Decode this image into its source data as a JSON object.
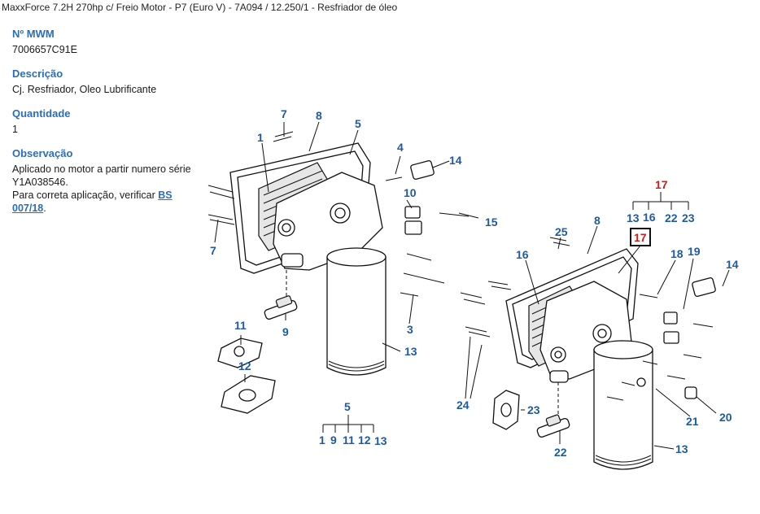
{
  "header": {
    "title": "MaxxForce 7.2H 270hp c/ Freio Motor - P7 (Euro V) - 7A094  /  12.250/1 - Resfriador de óleo"
  },
  "fields": {
    "mwm_label": "Nº MWM",
    "mwm_value": "7006657C91E",
    "descricao_label": "Descrição",
    "descricao_value": "Cj. Resfriador, Oleo Lubrificante",
    "quantidade_label": "Quantidade",
    "quantidade_value": "1",
    "observacao_label": "Observação",
    "observacao_line1": "Aplicado no motor a partir numero série",
    "observacao_line2": "Y1A038546.",
    "observacao_line3": "Para correta aplicação, verificar ",
    "observacao_link1": "BS",
    "observacao_link2": "007/18",
    "observacao_end": "."
  },
  "diagram": {
    "left_callouts": {
      "c1": "1",
      "c7a": "7",
      "c8": "8",
      "c5": "5",
      "c4": "4",
      "c14": "14",
      "c10": "10",
      "c15": "15",
      "c7b": "7",
      "c3": "3",
      "c9": "9",
      "c13": "13",
      "c11": "11",
      "c12": "12"
    },
    "left_kit": {
      "top": "5",
      "items": [
        "1",
        "9",
        "11",
        "12",
        "13"
      ]
    },
    "right_callouts": {
      "c25": "25",
      "c8": "8",
      "c16": "16",
      "c18": "18",
      "c19": "19",
      "c14": "14",
      "c24": "24",
      "c23": "23",
      "c22": "22",
      "c21": "21",
      "c20": "20",
      "c13": "13"
    },
    "right_boxed": "17",
    "right_kit": {
      "top": "17",
      "items": [
        "13",
        "16",
        "22",
        "23"
      ]
    }
  }
}
